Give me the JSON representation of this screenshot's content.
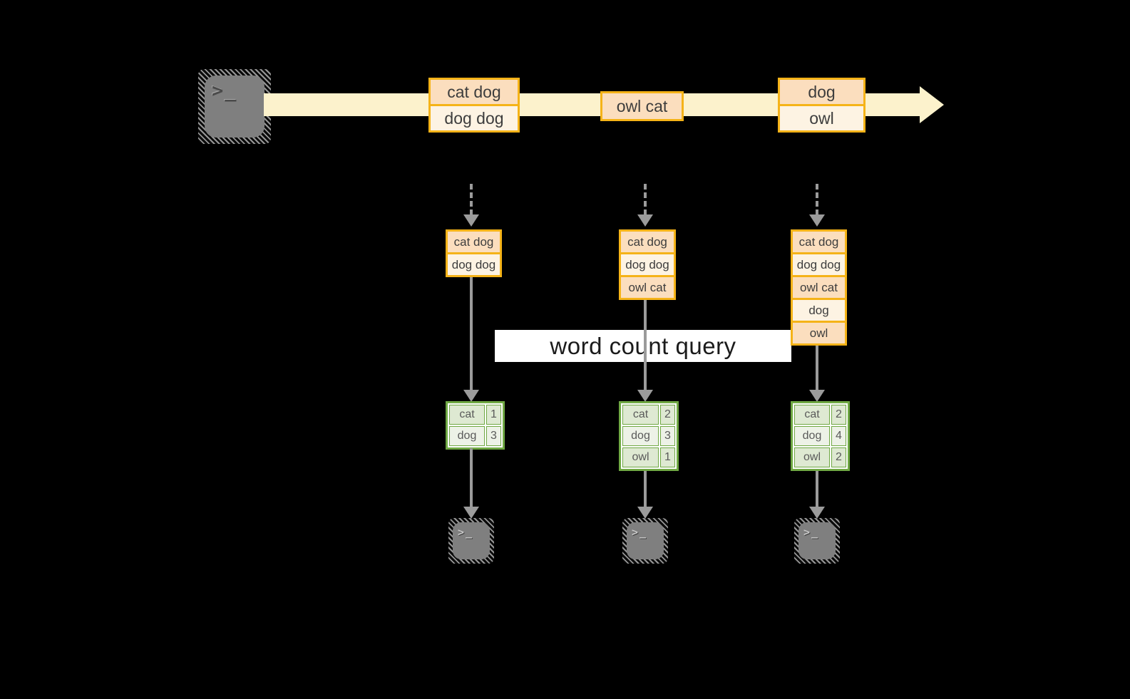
{
  "banner": {
    "label": "word count query"
  },
  "glyphs": {
    "terminal": ">_"
  },
  "colors": {
    "background": "#000000",
    "stream_band": "#FCF2CC",
    "box_border": "#F5B318",
    "row_peach": "#FBDEBE",
    "row_cream": "#FDF3E3",
    "table_border": "#6FA843",
    "cell_sage": "#DEE9D2",
    "cell_light": "#EDF2E7",
    "arrow_gray": "#9B9B9B",
    "banner_bg": "#FFFFFF"
  },
  "stream": {
    "batches": [
      {
        "rows": [
          "cat dog",
          "dog dog"
        ]
      },
      {
        "rows": [
          "owl cat"
        ]
      },
      {
        "rows": [
          "dog",
          "owl"
        ]
      }
    ]
  },
  "columns": [
    {
      "accumulated": [
        "cat dog",
        "dog dog"
      ],
      "counts": [
        {
          "word": "cat",
          "count": "1"
        },
        {
          "word": "dog",
          "count": "3"
        }
      ]
    },
    {
      "accumulated": [
        "cat dog",
        "dog dog",
        "owl cat"
      ],
      "counts": [
        {
          "word": "cat",
          "count": "2"
        },
        {
          "word": "dog",
          "count": "3"
        },
        {
          "word": "owl",
          "count": "1"
        }
      ]
    },
    {
      "accumulated": [
        "cat dog",
        "dog dog",
        "owl cat",
        "dog",
        "owl"
      ],
      "counts": [
        {
          "word": "cat",
          "count": "2"
        },
        {
          "word": "dog",
          "count": "4"
        },
        {
          "word": "owl",
          "count": "2"
        }
      ]
    }
  ]
}
